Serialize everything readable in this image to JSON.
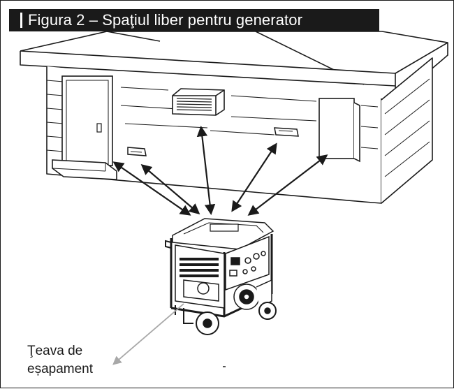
{
  "figure": {
    "title": "Figura 2 – Spaţiul liber pentru generator",
    "exhaust_label": {
      "line1": "Ţeava de",
      "line2": "eșapament"
    }
  },
  "colors": {
    "ink": "#1a1a1a",
    "background": "#ffffff",
    "title_bar": "#1a1a1a",
    "exhaust_arrow": "#a8a8a8"
  },
  "icons": [
    "house-icon",
    "door-icon",
    "vent-icon",
    "window-icon",
    "generator-icon",
    "clearance-arrow-icon",
    "exhaust-arrow-icon"
  ]
}
